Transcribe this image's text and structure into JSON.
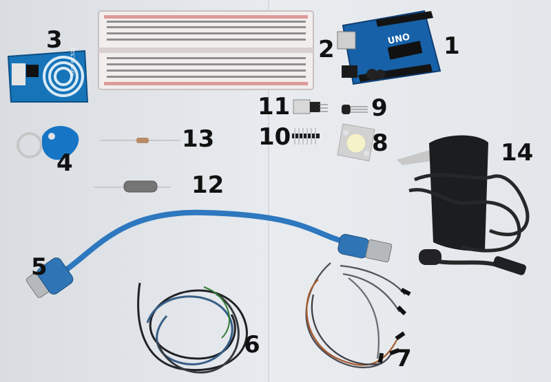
{
  "labels": {
    "l1": "1",
    "l2": "2",
    "l3": "3",
    "l4": "4",
    "l5": "5",
    "l6": "6",
    "l7": "7",
    "l8": "8",
    "l9": "9",
    "l10": "10",
    "l11": "11",
    "l12": "12",
    "l13": "13",
    "l14": "14"
  },
  "board_texts": {
    "arduino_uno": "UNO",
    "rfid_module": "RFID-RC522"
  },
  "colors": {
    "arduino": "#1761a8",
    "breadboard": "#f2eeee",
    "rfid": "#1774b8",
    "tag": "#1675c5",
    "usb_cable": "#2d78bf",
    "wire": "#2c2d31",
    "adapter": "#1c1d20"
  }
}
